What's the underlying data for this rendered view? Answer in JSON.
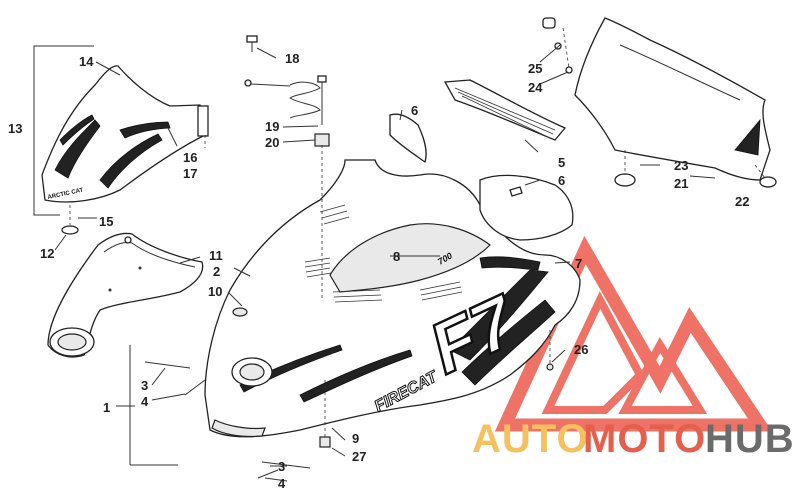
{
  "callouts": [
    "1",
    "2",
    "3",
    "4",
    "5",
    "6",
    "7",
    "8",
    "9",
    "10",
    "11",
    "12",
    "13",
    "14",
    "15",
    "16",
    "17",
    "18",
    "19",
    "20",
    "21",
    "22",
    "23",
    "24",
    "25",
    "26",
    "27"
  ],
  "labels": {
    "1": "1",
    "2": "2",
    "3a": "3",
    "3b": "3",
    "4a": "4",
    "4b": "4",
    "5": "5",
    "6a": "6",
    "6b": "6",
    "7": "7",
    "8": "8",
    "9": "9",
    "10": "10",
    "11": "11",
    "12": "12",
    "13": "13",
    "14": "14",
    "15": "15",
    "16": "16",
    "17": "17",
    "18": "18",
    "19": "19",
    "20": "20",
    "21": "21",
    "22": "22",
    "23": "23",
    "24": "24",
    "25": "25",
    "26": "26",
    "27": "27"
  },
  "decals": {
    "arctic_cat": "ARCTIC CAT",
    "firecat": "FIRECAT",
    "f7": "F7",
    "model_700": "700"
  },
  "watermark": {
    "auto": "AUTO",
    "moto": "MOTO",
    "hub": "HUB",
    "color_auto": "#f4c15e",
    "color_moto": "#e55f4c",
    "color_hub": "#6b6b6b",
    "logo_color": "#e7463a"
  }
}
